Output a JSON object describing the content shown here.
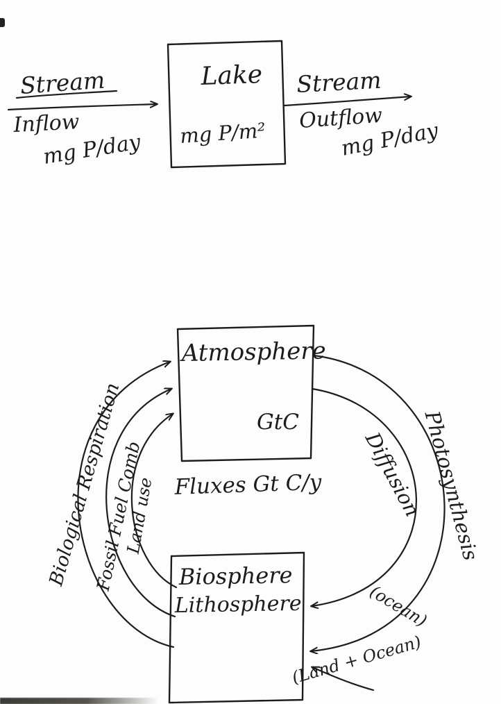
{
  "colors": {
    "ink": "#1c1c1c",
    "paper": "#fdfdfd"
  },
  "lake_diagram": {
    "inflow_label": "Stream",
    "inflow_sub1": "Inflow",
    "inflow_sub2": "mg P/day",
    "box_title": "Lake",
    "box_units": "mg P/m²",
    "outflow_label": "Stream",
    "outflow_sub1": "Outflow",
    "outflow_sub2": "mg P/day"
  },
  "carbon_cycle": {
    "atmosphere_title": "Atmosphere",
    "atmosphere_units": "GtC",
    "center_label": "Fluxes Gt C/y",
    "biosphere_line1": "Biosphere",
    "biosphere_line2": "Lithosphere",
    "left_flows": [
      "Biological Respiration",
      "Fossil Fuel Comb",
      "Land use"
    ],
    "right_flows": [
      "Photosynthesis",
      "Diffusion"
    ],
    "right_flow_subs": [
      "(Land + Ocean)",
      "(ocean)"
    ]
  }
}
